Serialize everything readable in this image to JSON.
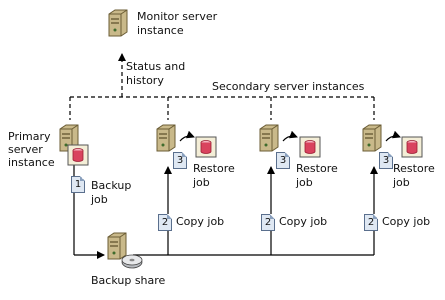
{
  "labels": {
    "monitor": [
      "Monitor server",
      "instance"
    ],
    "status": [
      "Status and",
      "history"
    ],
    "secondary": "Secondary server instances",
    "primary": [
      "Primary",
      "server",
      "instance"
    ],
    "backup_job": [
      "Backup",
      "job"
    ],
    "restore_job": [
      "Restore",
      "job"
    ],
    "copy_job": "Copy job",
    "backup_share": "Backup share"
  },
  "job_numbers": {
    "backup": "1",
    "copy": "2",
    "restore": "3"
  },
  "colors": {
    "server": "#c9b98a",
    "database": "#d9435e",
    "document": "#dfe8f3",
    "line": "#000000"
  }
}
